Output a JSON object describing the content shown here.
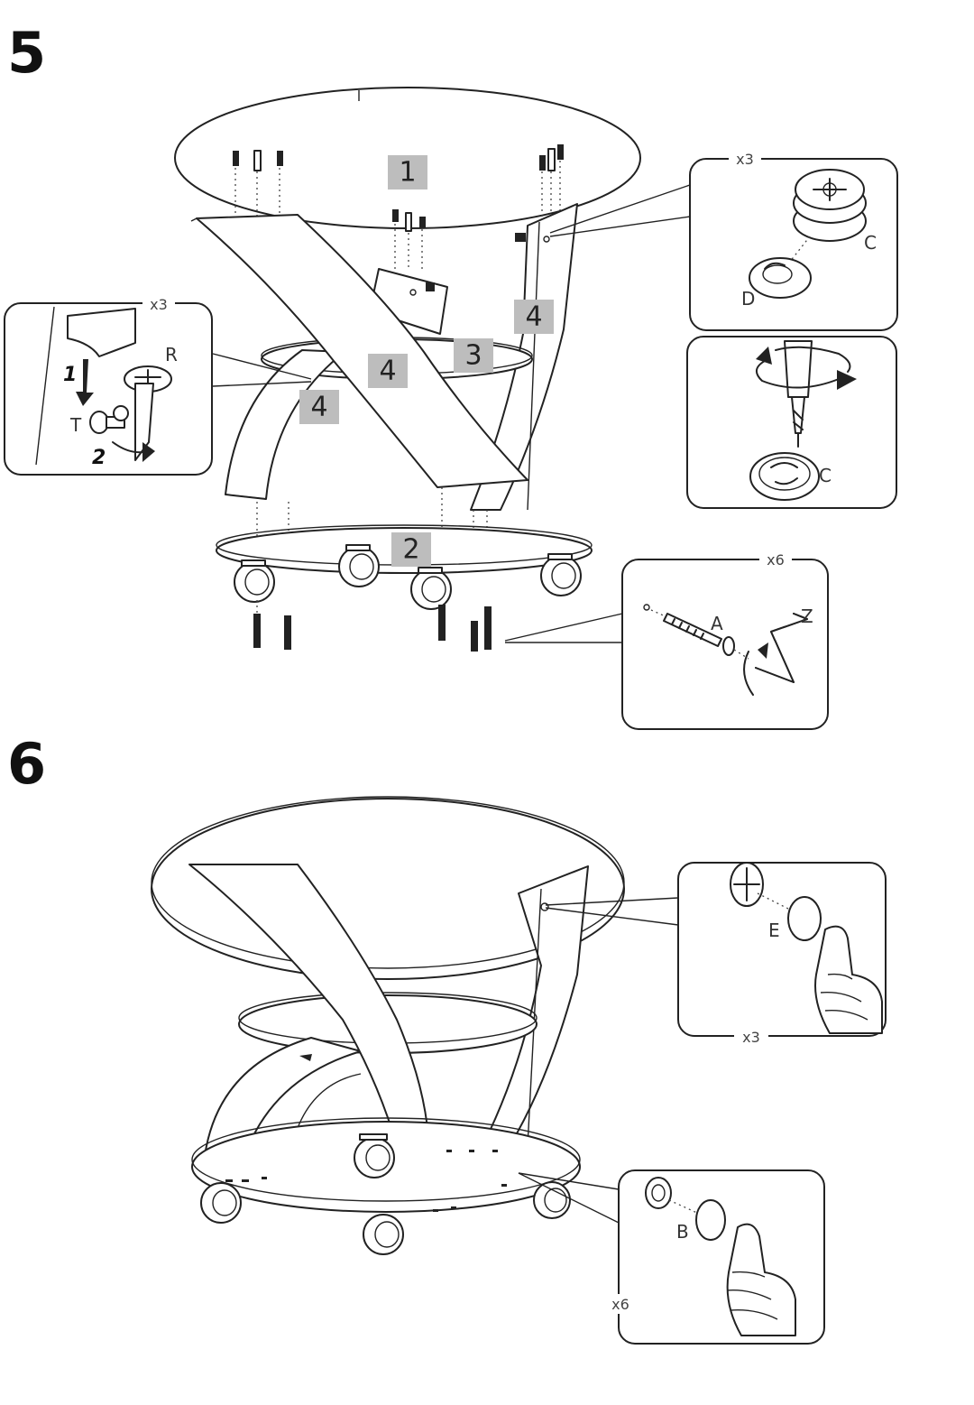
{
  "steps": [
    {
      "number": "5",
      "part_tags": [
        "1",
        "4",
        "4",
        "3",
        "4",
        "2"
      ],
      "callouts": {
        "cam_lock": {
          "qty": "x3",
          "labels": [
            "C",
            "D"
          ]
        },
        "cam_turn": {
          "labels": [
            "C"
          ]
        },
        "cam_insert": {
          "qty": "x3",
          "labels": [
            "R",
            "T"
          ],
          "arrows": [
            "1",
            "2"
          ]
        },
        "bolts": {
          "qty": "x6",
          "labels": [
            "A",
            "Z"
          ]
        }
      }
    },
    {
      "number": "6",
      "callouts": {
        "cover_caps_top": {
          "qty": "x3",
          "labels": [
            "E"
          ]
        },
        "cover_caps_bottom": {
          "qty": "x6",
          "labels": [
            "B"
          ]
        }
      }
    }
  ]
}
